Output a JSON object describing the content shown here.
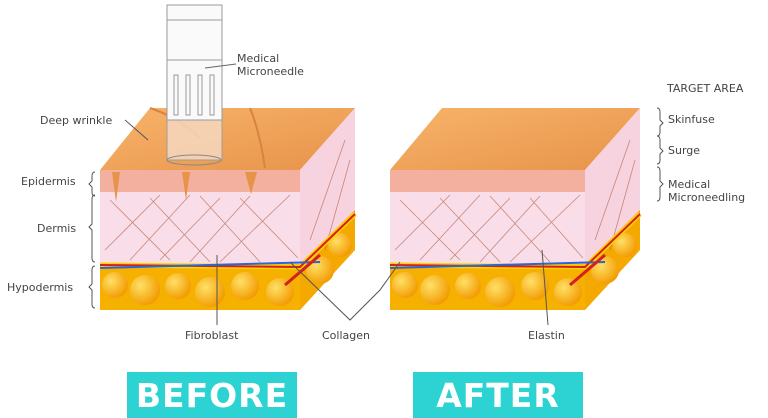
{
  "labels": {
    "medical_microneedle": [
      "Medical",
      "Microneedle"
    ],
    "deep_wrinkle": "Deep wrinkle",
    "epidermis": "Epidermis",
    "dermis": "Dermis",
    "hypodermis": "Hypodermis",
    "fibroblast": "Fibroblast",
    "collagen": "Collagen",
    "elastin": "Elastin"
  },
  "target_area": {
    "title": "TARGET AREA",
    "items": [
      "Skinfuse",
      "Surge",
      "Medical",
      "Microneedling"
    ]
  },
  "banners": {
    "before": "BEFORE",
    "after": "AFTER"
  },
  "colors": {
    "banner": "#2dd3d3",
    "skin_top": "#f2a35a",
    "epidermis": "#f5b6a6",
    "dermis": "#f8dbe6",
    "fat": "#f7b500"
  }
}
